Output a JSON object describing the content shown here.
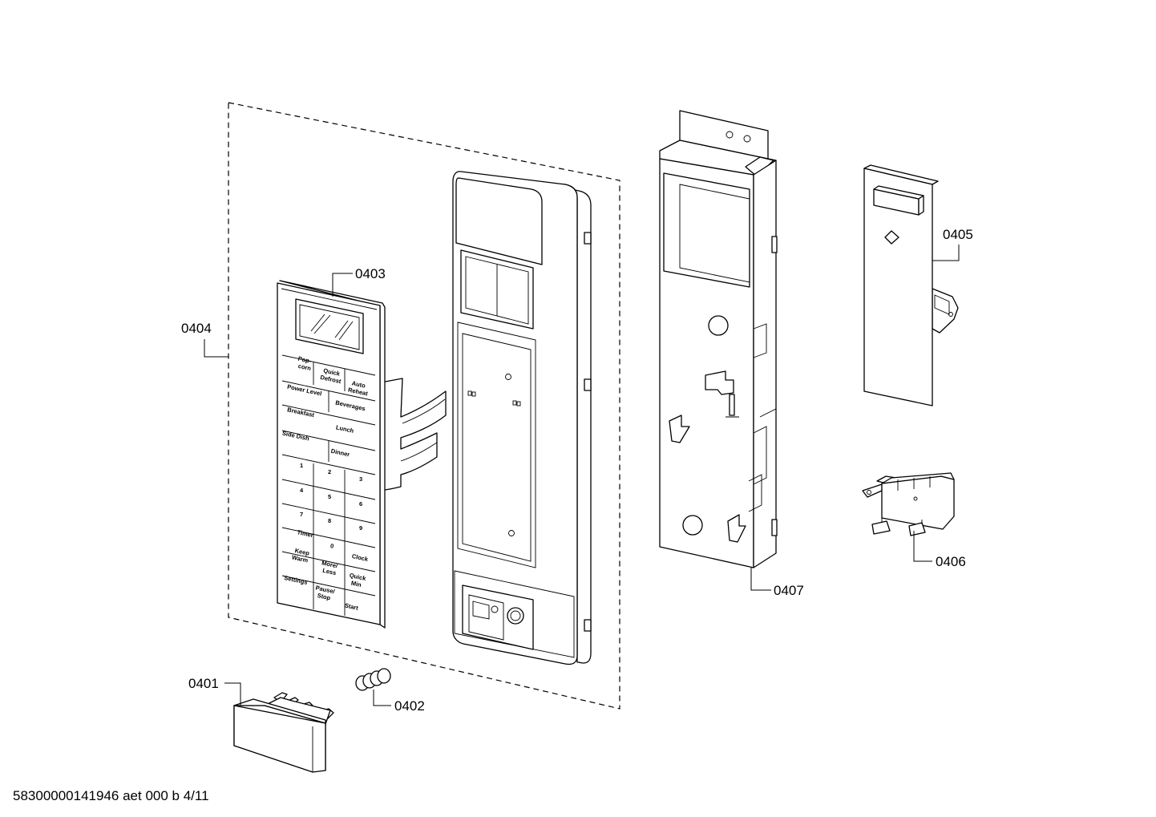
{
  "callouts": {
    "p0401": "0401",
    "p0402": "0402",
    "p0403": "0403",
    "p0404": "0404",
    "p0405": "0405",
    "p0406": "0406",
    "p0407": "0407"
  },
  "keypad": {
    "popcorn_1": "Pop-",
    "popcorn_2": "corn",
    "quick_defrost_1": "Quick",
    "quick_defrost_2": "Defrost",
    "auto_reheat_1": "Auto",
    "auto_reheat_2": "Reheat",
    "power_level": "Power Level",
    "beverages": "Beverages",
    "breakfast": "Breakfast",
    "lunch": "Lunch",
    "side_dish": "Side Dish",
    "dinner": "Dinner",
    "d1": "1",
    "d2": "2",
    "d3": "3",
    "d4": "4",
    "d5": "5",
    "d6": "6",
    "d7": "7",
    "d8": "8",
    "d9": "9",
    "timer": "Timer",
    "d0": "0",
    "clock": "Clock",
    "keep_warm_1": "Keep",
    "keep_warm_2": "Warm",
    "more_less_1": "More/",
    "more_less_2": "Less",
    "quick_min_1": "Quick",
    "quick_min_2": "Min",
    "settings": "Settings",
    "pause_stop_1": "Pause/",
    "pause_stop_2": "Stop",
    "start": "Start"
  },
  "footer_code": "58300000141946 aet 000 b 4/11"
}
